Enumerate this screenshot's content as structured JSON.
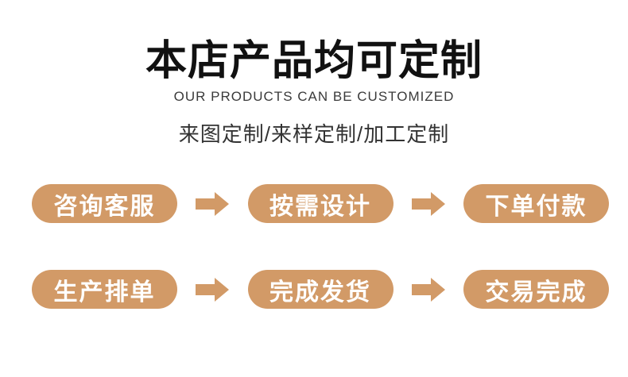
{
  "colors": {
    "accent": "#D29A67",
    "title_text": "#111111",
    "body_text": "#333333",
    "step_text": "#FFFFFF",
    "background": "#FFFFFF"
  },
  "header": {
    "title": "本店产品均可定制",
    "subtitle": "OUR PRODUCTS CAN BE CUSTOMIZED",
    "tagline": "来图定制/来样定制/加工定制"
  },
  "flow": {
    "rows": [
      {
        "steps": [
          {
            "label": "咨询客服"
          },
          {
            "label": "按需设计"
          },
          {
            "label": "下单付款"
          }
        ]
      },
      {
        "steps": [
          {
            "label": "生产排单"
          },
          {
            "label": "完成发货"
          },
          {
            "label": "交易完成"
          }
        ]
      }
    ]
  }
}
